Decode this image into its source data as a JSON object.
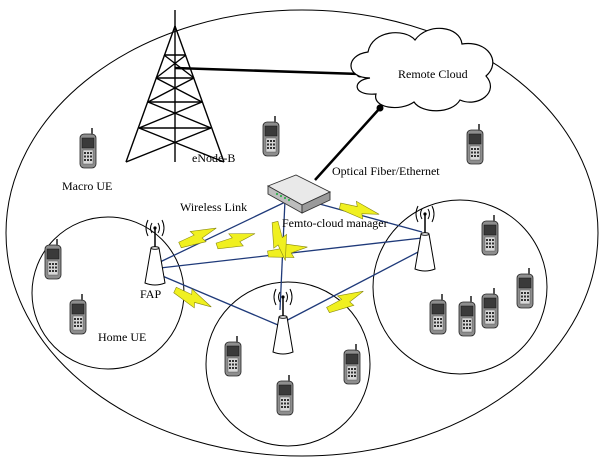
{
  "labels": {
    "remote_cloud": "Remote Cloud",
    "enodeb": "eNode-B",
    "macro_ue": "Macro UE",
    "optical_link": "Optical Fiber/Ethernet",
    "wireless_link": "Wireless Link",
    "femto_cloud_manager": "Femto-cloud manager",
    "fap": "FAP",
    "home_ue": "Home UE"
  },
  "colors": {
    "wired_link": "#1f3a7a",
    "wireless_bolt": "#f0f020",
    "outline": "#000000",
    "phone_body": "#8a8a8a",
    "phone_screen": "#3a3a3a"
  }
}
